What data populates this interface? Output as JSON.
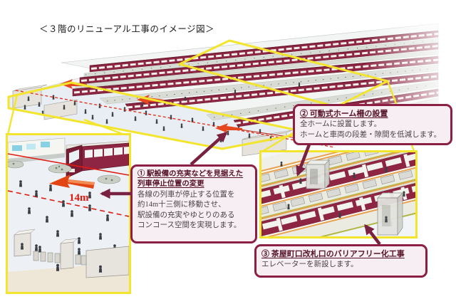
{
  "page": {
    "title": "＜３階のリニューアル工事のイメージ図＞"
  },
  "colors": {
    "highlight_yellow": "#f3e52e",
    "callout_border_maroon": "#8c2044",
    "callout_fill_pink": "#f7eef3",
    "train_maroon": "#8e2543",
    "emphasis_red": "#e0170b"
  },
  "callouts": {
    "box1": {
      "title_line1": "① 駅設備の充実などを見据えた",
      "title_line2": "列車停止位置の変更",
      "body_lines": [
        "各線の列車が停止する位置を",
        "約14m十三側に移動させ、",
        "駅設備の充実やゆとりのある",
        "コンコース空間を実現します。"
      ]
    },
    "box2": {
      "title": "② 可動式ホーム柵の設置",
      "body_lines": [
        "全ホームに設置します。",
        "ホームと車両の段差・隙間を低減します。"
      ]
    },
    "box3": {
      "title": "③ 茶屋町口改札口のバリアフリー化工事",
      "body_lines": [
        "エレベーターを新設します。"
      ]
    }
  },
  "labels": {
    "shift_distance": "14m"
  }
}
